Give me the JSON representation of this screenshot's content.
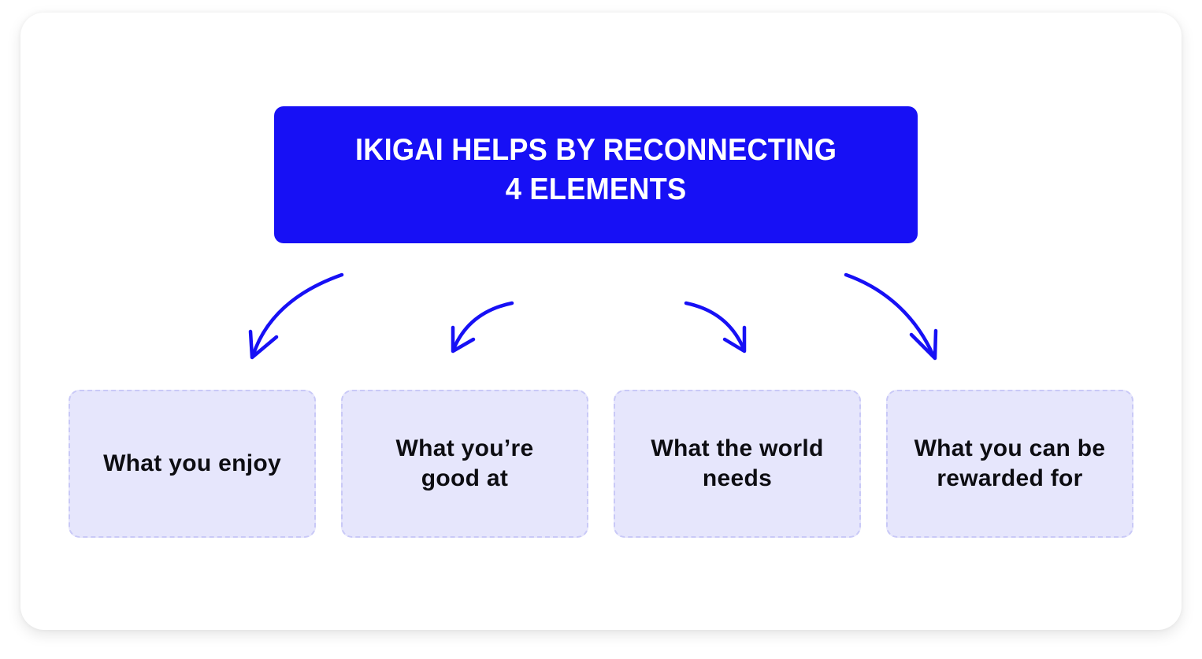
{
  "colors": {
    "accent": "#1710f5",
    "box_fill": "#e6e6fc",
    "box_border": "#c9c9f7",
    "text_dark": "#0d0d12",
    "title_text": "#ffffff"
  },
  "title": {
    "text": "IKIGAI HELPS BY RECONNECTING\n4 ELEMENTS"
  },
  "elements": [
    {
      "label": "What you enjoy"
    },
    {
      "label": "What you’re\ngood at"
    },
    {
      "label": "What the world\nneeds"
    },
    {
      "label": "What you can be\nrewarded for"
    }
  ],
  "arrows": [
    {
      "name": "arrow-to-enjoy",
      "direction": "down-left"
    },
    {
      "name": "arrow-to-good-at",
      "direction": "down-left"
    },
    {
      "name": "arrow-to-world-needs",
      "direction": "down-right"
    },
    {
      "name": "arrow-to-rewarded",
      "direction": "down-right"
    }
  ]
}
